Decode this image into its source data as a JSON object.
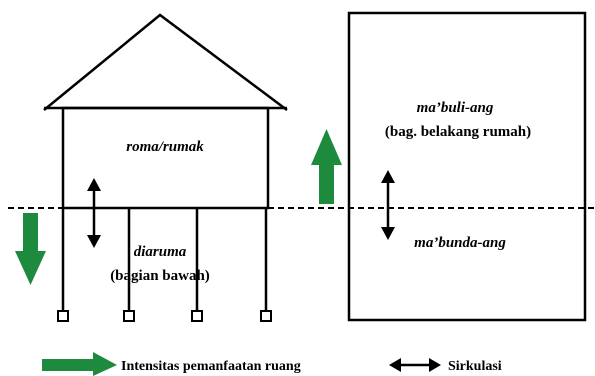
{
  "labels": {
    "roma": "roma/rumak",
    "diaruma": "diaruma",
    "bagian_bawah": "(bagian bawah)",
    "mabuli": "ma’buli-ang",
    "belakang": "(bag. belakang rumah)",
    "mabunda": "ma’bunda-ang"
  },
  "legend": {
    "intensitas": "Intensitas pemanfaatan ruang",
    "sirkulasi": "Sirkulasi"
  },
  "colors": {
    "arrow_green": "#1e8a3e",
    "line": "#000000"
  }
}
